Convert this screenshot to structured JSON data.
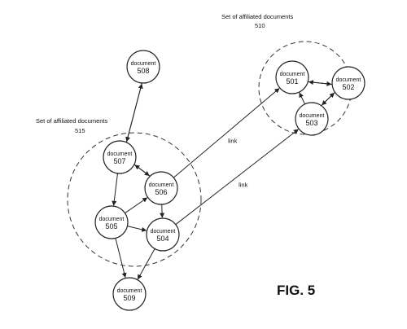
{
  "groups": [
    {
      "id": "g510",
      "title": "Set of affiliated documents",
      "number": "510"
    },
    {
      "id": "g515",
      "title": "Set of affiliated documents",
      "number": "515"
    }
  ],
  "nodes": [
    {
      "id": "501",
      "label": "document",
      "number": "501"
    },
    {
      "id": "502",
      "label": "document",
      "number": "502"
    },
    {
      "id": "503",
      "label": "document",
      "number": "503"
    },
    {
      "id": "504",
      "label": "document",
      "number": "504"
    },
    {
      "id": "505",
      "label": "document",
      "number": "505"
    },
    {
      "id": "506",
      "label": "document",
      "number": "506"
    },
    {
      "id": "507",
      "label": "document",
      "number": "507"
    },
    {
      "id": "508",
      "label": "document",
      "number": "508"
    },
    {
      "id": "509",
      "label": "document",
      "number": "509"
    }
  ],
  "edges": [
    {
      "from": "508",
      "to": "507"
    },
    {
      "from": "507",
      "to": "508"
    },
    {
      "from": "507",
      "to": "506"
    },
    {
      "from": "506",
      "to": "507"
    },
    {
      "from": "507",
      "to": "505"
    },
    {
      "from": "505",
      "to": "506"
    },
    {
      "from": "506",
      "to": "504"
    },
    {
      "from": "505",
      "to": "504"
    },
    {
      "from": "505",
      "to": "509"
    },
    {
      "from": "504",
      "to": "509"
    },
    {
      "from": "506",
      "to": "501",
      "label": "link"
    },
    {
      "from": "504",
      "to": "503",
      "label": "link"
    },
    {
      "from": "501",
      "to": "502"
    },
    {
      "from": "502",
      "to": "501"
    },
    {
      "from": "502",
      "to": "503"
    },
    {
      "from": "503",
      "to": "502"
    },
    {
      "from": "503",
      "to": "501"
    }
  ],
  "caption": "FIG. 5"
}
